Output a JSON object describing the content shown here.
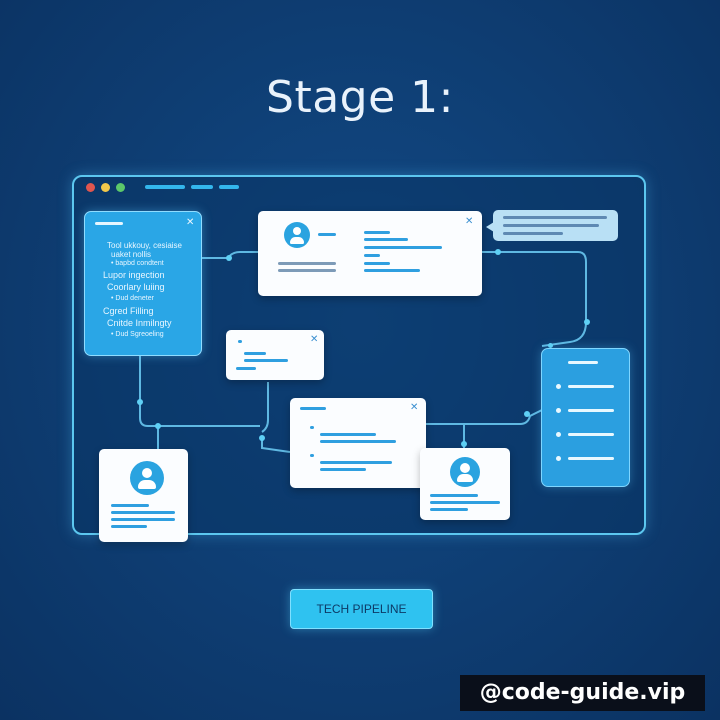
{
  "title": "Stage 1:",
  "left_panel": {
    "lines": [
      "Tool ukkouy, cesiaise",
      "uaket nollis",
      "• bapbd condtent",
      "Lupor ingection",
      "Coorlary luiing",
      "• Dud deneter",
      "Cgred Filling",
      "Cnitde Inmilngty",
      "• Dud Sgreoeling"
    ]
  },
  "button": {
    "label": "TECH PIPELINE"
  },
  "watermark": "@code-guide.vip",
  "colors": {
    "background": "#0e3d72",
    "accent": "#2fc2f0",
    "panel": "#2aa6e6"
  }
}
